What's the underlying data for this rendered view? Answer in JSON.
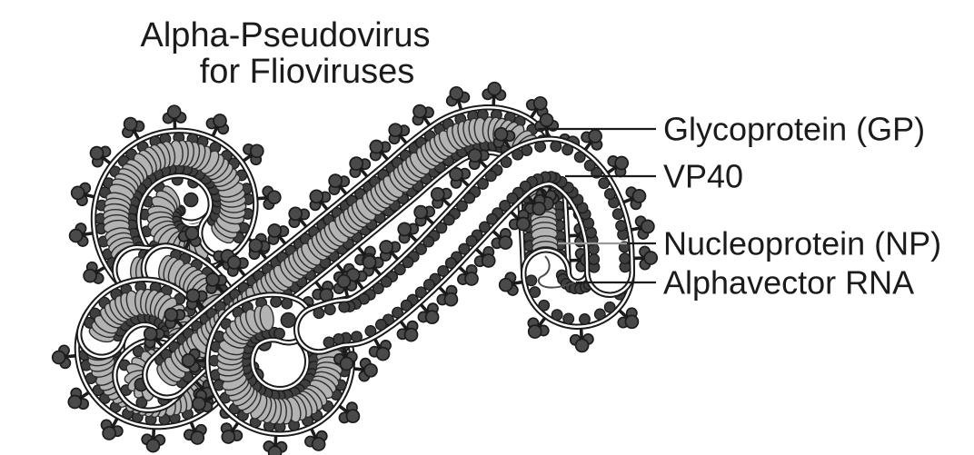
{
  "title": {
    "line1": "Alpha-Pseudovirus",
    "line2": "for Flioviruses"
  },
  "labels": {
    "gp": {
      "text": "Glycoprotein (GP)"
    },
    "vp40": {
      "text": "VP40"
    },
    "np": {
      "text": "Nucleoprotein (NP)"
    },
    "rna": {
      "text": "Alphavector RNA"
    }
  },
  "colors": {
    "ink": "#1b1b1b",
    "spike_fill": "#4a4a4a",
    "bead_fill": "#3f3f3f",
    "capsid_fill": "#b3b3b3",
    "capsid_edge": "#2d2d2d",
    "leader_grey": "#9a9a9a",
    "background": "#ffffff"
  }
}
